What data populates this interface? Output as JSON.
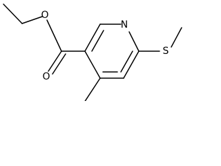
{
  "atoms": {
    "ester_oxygen": "O",
    "carbonyl_oxygen": "O",
    "ring_nitrogen": "N",
    "sulfur": "S"
  }
}
